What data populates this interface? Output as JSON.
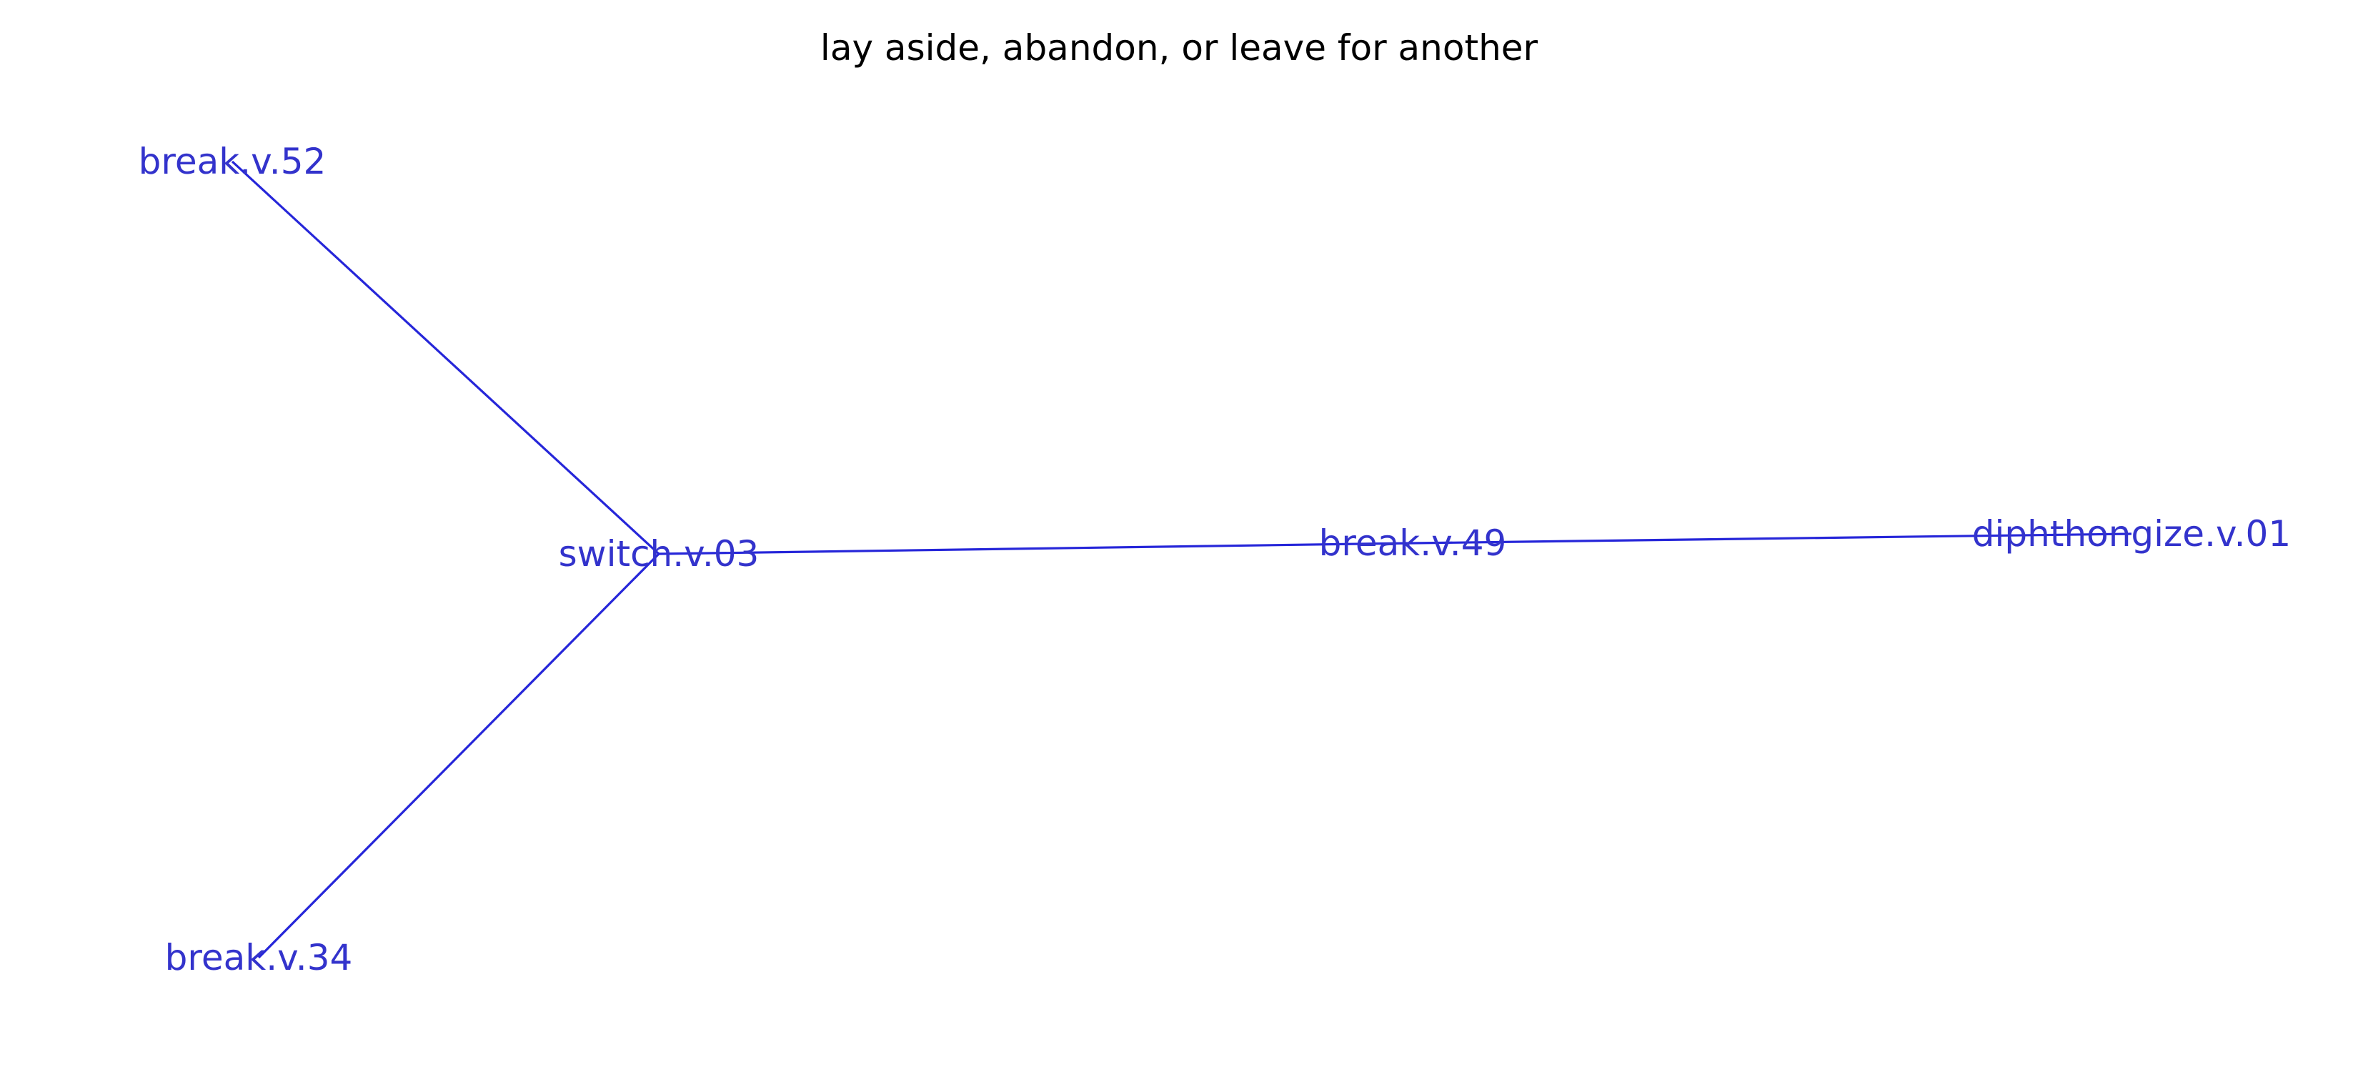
{
  "title": "lay aside, abandon, or leave for another",
  "colors": {
    "node_text": "#3333cc",
    "edge": "#2626d9",
    "title": "#000000",
    "background": "#ffffff"
  },
  "graph": {
    "nodes": [
      {
        "id": "break.v.52",
        "label": "break.v.52"
      },
      {
        "id": "switch.v.03",
        "label": "switch.v.03"
      },
      {
        "id": "break.v.34",
        "label": "break.v.34"
      },
      {
        "id": "break.v.49",
        "label": "break.v.49"
      },
      {
        "id": "diphthongize.v.01",
        "label": "diphthongize.v.01"
      }
    ],
    "edges": [
      {
        "source": "break.v.52",
        "target": "switch.v.03"
      },
      {
        "source": "switch.v.03",
        "target": "break.v.34"
      },
      {
        "source": "switch.v.03",
        "target": "break.v.49"
      },
      {
        "source": "break.v.49",
        "target": "diphthongize.v.01"
      }
    ]
  }
}
